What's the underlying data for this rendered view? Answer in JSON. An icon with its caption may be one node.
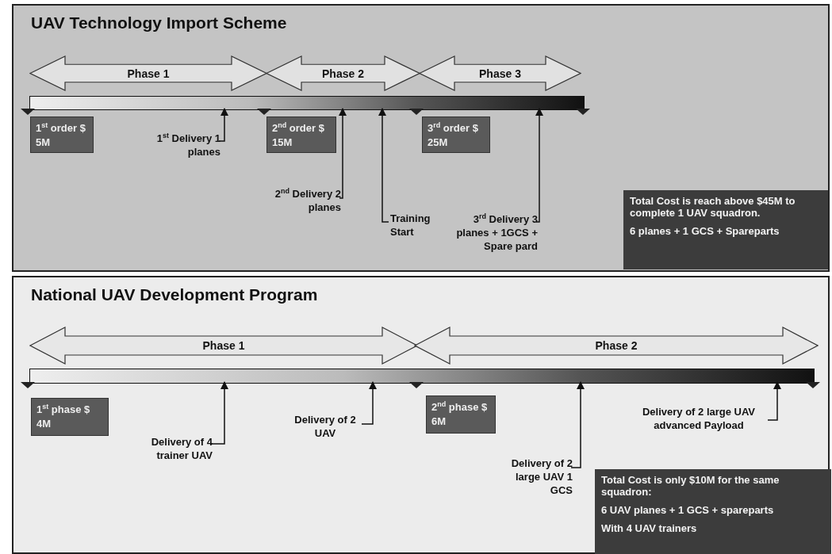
{
  "diagram": {
    "nodes": [
      {
        "text": [
          "UAV Technology Import Scheme"
        ]
      },
      {
        "text": [
          "Phase 1"
        ],
        "in": 0
      },
      {
        "text": [
          "Phase 2"
        ],
        "in": 0
      },
      {
        "text": [
          "Phase 3"
        ],
        "in": 0
      },
      {
        "text": [],
        "shape": "bar",
        "in": 0
      },
      {
        "text": [
          "1$^{st}$ order $ 5M"
        ],
        "in": 0
      },
      {
        "text": [
          "1$^{st}$ Delivery 1 planes"
        ],
        "in": 0
      },
      {
        "text": [
          "2$^{nd}$ order $ 15M"
        ],
        "in": 0
      },
      {
        "text": [
          "2$^{nd}$ Delivery 2 planes"
        ],
        "in": 0
      },
      {
        "text": [
          "Training Start"
        ],
        "in": 0
      },
      {
        "text": [
          "3$^{rd}$ order $ 25M"
        ],
        "in": 0
      },
      {
        "text": [
          "3$^{rd}$ Delivery 3 planes + 1GCS + Spare pard"
        ],
        "in": 0
      },
      {
        "text": [
          "Total Cost is reach above $45M to complete 1 UAV squadron.",
          "6 planes + 1 GCS + Spareparts"
        ],
        "in": 0
      },
      {
        "text": [
          "National UAV Development Program"
        ]
      },
      {
        "text": [
          "Phase 1"
        ],
        "in": 13
      },
      {
        "text": [
          "Phase 2"
        ],
        "in": 13
      },
      {
        "text": [],
        "shape": "bar",
        "in": 13
      },
      {
        "text": [
          "1$^{st}$ phase $ 4M"
        ],
        "in": 13
      },
      {
        "text": [
          "Delivery of 4 trainer UAV"
        ],
        "in": 13
      },
      {
        "text": [
          "Delivery of 2 UAV"
        ],
        "in": 13
      },
      {
        "text": [
          "2$^{nd}$ phase $ 6M"
        ],
        "in": 13
      },
      {
        "text": [
          "Delivery of 2 large UAV 1 GCS"
        ],
        "in": 13
      },
      {
        "text": [
          "Delivery of 2 large UAV advanced Payload"
        ],
        "in": 13
      },
      {
        "text": [
          "Total Cost is only $10M for the same squadron:",
          "6 UAV planes + 1 GCS + spareparts",
          "With 4 UAV trainers"
        ],
        "in": 13
      }
    ],
    "edges": [
      {
        "from": 6,
        "to": 4,
        "arrow": "to"
      },
      {
        "from": 8,
        "to": 4,
        "arrow": "to"
      },
      {
        "from": 9,
        "to": 4,
        "arrow": "to"
      },
      {
        "from": 11,
        "to": 4,
        "arrow": "to"
      },
      {
        "from": 18,
        "to": 16,
        "arrow": "to"
      },
      {
        "from": 19,
        "to": 16,
        "arrow": "to"
      },
      {
        "from": 21,
        "to": 16,
        "arrow": "to"
      },
      {
        "from": 22,
        "to": 16,
        "arrow": "to"
      }
    ]
  }
}
